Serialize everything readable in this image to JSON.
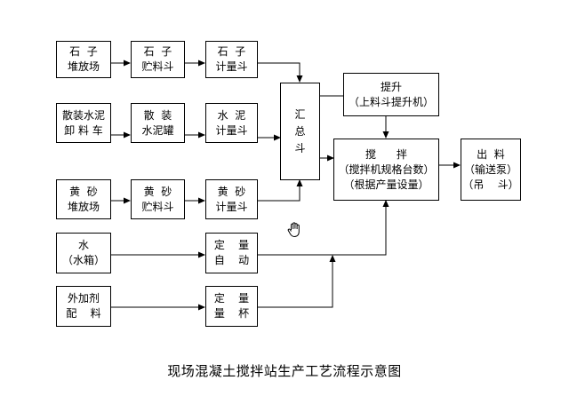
{
  "boxes": {
    "stone_yard": [
      "石  子",
      "堆放场"
    ],
    "stone_hopper": [
      "石  子",
      "贮料斗"
    ],
    "stone_meter": [
      "石  子",
      "计量斗"
    ],
    "cement_truck": [
      "散装水泥",
      "卸 料 车"
    ],
    "cement_silo": [
      "散  装",
      "水泥罐"
    ],
    "cement_meter": [
      "水  泥",
      "计量斗"
    ],
    "sand_yard": [
      "黄  砂",
      "堆放场"
    ],
    "sand_hopper": [
      "黄  砂",
      "贮料斗"
    ],
    "sand_meter": [
      "黄  砂",
      "计量斗"
    ],
    "water": [
      "水",
      "（水箱）"
    ],
    "water_meter": [
      "定    量",
      "自    动"
    ],
    "additive": [
      "外加剂",
      "配    料"
    ],
    "additive_meter": [
      "定    量",
      "量    杯"
    ],
    "collector": [
      "汇",
      "总",
      "斗"
    ],
    "lift": [
      "提升",
      "（上料斗提升机）"
    ],
    "mixer": [
      "搅      拌",
      "（搅拌机规格台数）",
      "（根据产量设量）"
    ],
    "output": [
      "出  料",
      "（输送泵）",
      "（吊    斗）"
    ]
  },
  "caption": "现场混凝土搅拌站生产工艺流程示意图",
  "icons": {
    "cursor": "hand-cursor-icon"
  }
}
